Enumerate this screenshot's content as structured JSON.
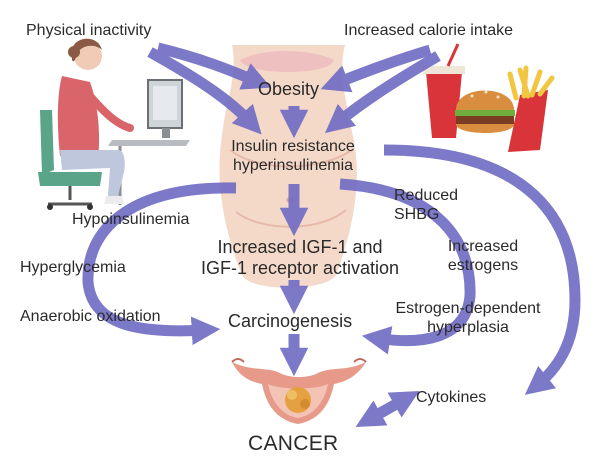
{
  "nodes": {
    "physical_inactivity": "Physical inactivity",
    "increased_calorie_intake": "Increased calorie intake",
    "obesity": "Obesity",
    "insulin_resistance_line1": "Insulin resistance",
    "insulin_resistance_line2": "hyperinsulinemia",
    "reduced_shbg_line1": "Reduced",
    "reduced_shbg_line2": "SHBG",
    "hypoinsulinemia": "Hypoinsulinemia",
    "igf_line1": "Increased IGF-1 and",
    "igf_line2": "IGF-1 receptor activation",
    "increased_estrogens_line1": "Increased",
    "increased_estrogens_line2": "estrogens",
    "hyperglycemia": "Hyperglycemia",
    "anaerobic_oxidation": "Anaerobic oxidation",
    "carcinogenesis": "Carcinogenesis",
    "estrogen_hyperplasia_line1": "Estrogen-dependent",
    "estrogen_hyperplasia_line2": "hyperplasia",
    "cytokines": "Cytokines",
    "cancer": "CANCER"
  },
  "colors": {
    "arrow": "#6f6bc4",
    "arrow_dark": "#5751ad",
    "torso": "#f1cbb5",
    "shirt": "#d9656b",
    "pants": "#bfc7dc",
    "chair": "#5aa58a",
    "burger": "#d98e3f",
    "cup": "#d8343a",
    "fries": "#f2c640",
    "uterus": "#e79a8a",
    "tumor": "#e5a13f"
  },
  "icons": [
    "person-at-computer-illustration",
    "obese-torso-illustration",
    "fast-food-illustration",
    "uterus-tumor-illustration"
  ]
}
